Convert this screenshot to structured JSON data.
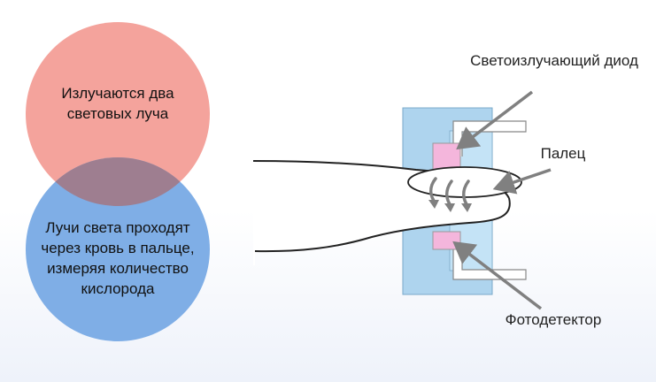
{
  "colors": {
    "top_circle": "#f4a39c",
    "bottom_circle": "#7faee6",
    "overlap": "#9e7e90",
    "device_frame": "#aed4ee",
    "device_inner": "#bfe0f4",
    "led": "#f4b6dc",
    "arrow": "#808080"
  },
  "circles": {
    "top_text": "Излучаются два световых луча",
    "bottom_text": "Лучи света проходят через кровь в пальце, измеряя количество кислорода"
  },
  "labels": {
    "led": "Светоизлучающий диод",
    "finger": "Палец",
    "detector": "Фотодетектор"
  }
}
